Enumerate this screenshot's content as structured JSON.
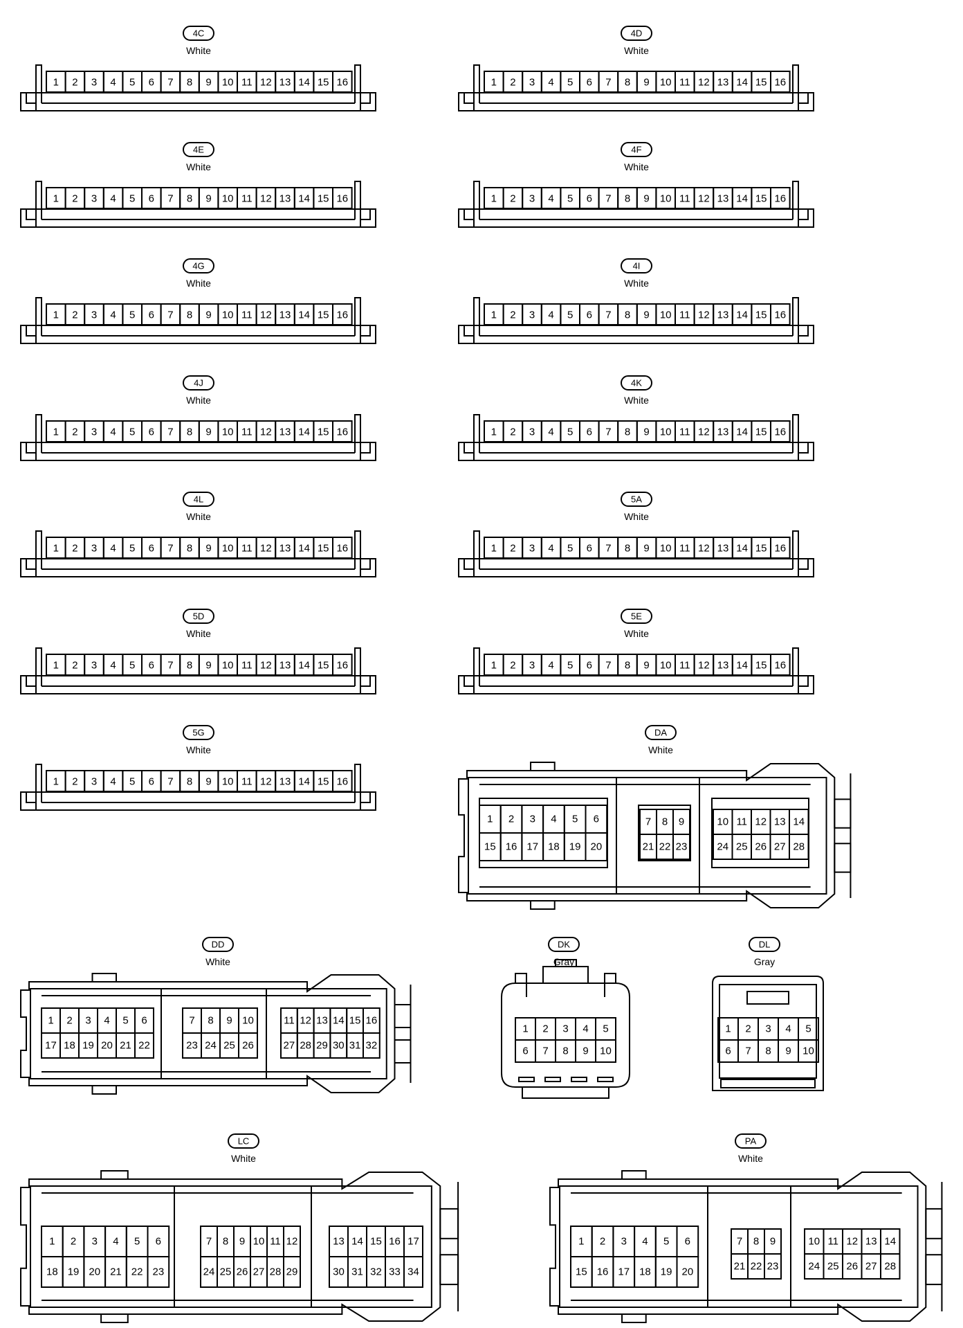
{
  "connectors": {
    "c4C": {
      "code": "4C",
      "color": "White",
      "pins": [
        "1",
        "2",
        "3",
        "4",
        "5",
        "6",
        "7",
        "8",
        "9",
        "10",
        "11",
        "12",
        "13",
        "14",
        "15",
        "16"
      ]
    },
    "c4D": {
      "code": "4D",
      "color": "White",
      "pins": [
        "1",
        "2",
        "3",
        "4",
        "5",
        "6",
        "7",
        "8",
        "9",
        "10",
        "11",
        "12",
        "13",
        "14",
        "15",
        "16"
      ]
    },
    "c4E": {
      "code": "4E",
      "color": "White",
      "pins": [
        "1",
        "2",
        "3",
        "4",
        "5",
        "6",
        "7",
        "8",
        "9",
        "10",
        "11",
        "12",
        "13",
        "14",
        "15",
        "16"
      ]
    },
    "c4F": {
      "code": "4F",
      "color": "White",
      "pins": [
        "1",
        "2",
        "3",
        "4",
        "5",
        "6",
        "7",
        "8",
        "9",
        "10",
        "11",
        "12",
        "13",
        "14",
        "15",
        "16"
      ]
    },
    "c4G": {
      "code": "4G",
      "color": "White",
      "pins": [
        "1",
        "2",
        "3",
        "4",
        "5",
        "6",
        "7",
        "8",
        "9",
        "10",
        "11",
        "12",
        "13",
        "14",
        "15",
        "16"
      ]
    },
    "c4I": {
      "code": "4I",
      "color": "White",
      "pins": [
        "1",
        "2",
        "3",
        "4",
        "5",
        "6",
        "7",
        "8",
        "9",
        "10",
        "11",
        "12",
        "13",
        "14",
        "15",
        "16"
      ]
    },
    "c4J": {
      "code": "4J",
      "color": "White",
      "pins": [
        "1",
        "2",
        "3",
        "4",
        "5",
        "6",
        "7",
        "8",
        "9",
        "10",
        "11",
        "12",
        "13",
        "14",
        "15",
        "16"
      ]
    },
    "c4K": {
      "code": "4K",
      "color": "White",
      "pins": [
        "1",
        "2",
        "3",
        "4",
        "5",
        "6",
        "7",
        "8",
        "9",
        "10",
        "11",
        "12",
        "13",
        "14",
        "15",
        "16"
      ]
    },
    "c4L": {
      "code": "4L",
      "color": "White",
      "pins": [
        "1",
        "2",
        "3",
        "4",
        "5",
        "6",
        "7",
        "8",
        "9",
        "10",
        "11",
        "12",
        "13",
        "14",
        "15",
        "16"
      ]
    },
    "c5A": {
      "code": "5A",
      "color": "White",
      "pins": [
        "1",
        "2",
        "3",
        "4",
        "5",
        "6",
        "7",
        "8",
        "9",
        "10",
        "11",
        "12",
        "13",
        "14",
        "15",
        "16"
      ]
    },
    "c5D": {
      "code": "5D",
      "color": "White",
      "pins": [
        "1",
        "2",
        "3",
        "4",
        "5",
        "6",
        "7",
        "8",
        "9",
        "10",
        "11",
        "12",
        "13",
        "14",
        "15",
        "16"
      ]
    },
    "c5E": {
      "code": "5E",
      "color": "White",
      "pins": [
        "1",
        "2",
        "3",
        "4",
        "5",
        "6",
        "7",
        "8",
        "9",
        "10",
        "11",
        "12",
        "13",
        "14",
        "15",
        "16"
      ]
    },
    "c5G": {
      "code": "5G",
      "color": "White",
      "pins": [
        "1",
        "2",
        "3",
        "4",
        "5",
        "6",
        "7",
        "8",
        "9",
        "10",
        "11",
        "12",
        "13",
        "14",
        "15",
        "16"
      ]
    },
    "DA": {
      "code": "DA",
      "color": "White",
      "blocks": [
        {
          "rows": [
            [
              "1",
              "2",
              "3",
              "4",
              "5",
              "6"
            ],
            [
              "15",
              "16",
              "17",
              "18",
              "19",
              "20"
            ]
          ]
        },
        {
          "rows": [
            [
              "7",
              "8",
              "9"
            ],
            [
              "21",
              "22",
              "23"
            ]
          ]
        },
        {
          "rows": [
            [
              "10",
              "11",
              "12",
              "13",
              "14"
            ],
            [
              "24",
              "25",
              "26",
              "27",
              "28"
            ]
          ]
        }
      ]
    },
    "DD": {
      "code": "DD",
      "color": "White",
      "blocks": [
        {
          "rows": [
            [
              "1",
              "2",
              "3",
              "4",
              "5",
              "6"
            ],
            [
              "17",
              "18",
              "19",
              "20",
              "21",
              "22"
            ]
          ]
        },
        {
          "rows": [
            [
              "7",
              "8",
              "9",
              "10"
            ],
            [
              "23",
              "24",
              "25",
              "26"
            ]
          ]
        },
        {
          "rows": [
            [
              "11",
              "12",
              "13",
              "14",
              "15",
              "16"
            ],
            [
              "27",
              "28",
              "29",
              "30",
              "31",
              "32"
            ]
          ]
        }
      ]
    },
    "DK": {
      "code": "DK",
      "color": "Gray",
      "blocks": [
        {
          "rows": [
            [
              "1",
              "2",
              "3",
              "4",
              "5"
            ],
            [
              "6",
              "7",
              "8",
              "9",
              "10"
            ]
          ]
        }
      ]
    },
    "DL": {
      "code": "DL",
      "color": "Gray",
      "blocks": [
        {
          "rows": [
            [
              "1",
              "2",
              "3",
              "4",
              "5"
            ],
            [
              "6",
              "7",
              "8",
              "9",
              "10"
            ]
          ]
        }
      ]
    },
    "LC": {
      "code": "LC",
      "color": "White",
      "blocks": [
        {
          "rows": [
            [
              "1",
              "2",
              "3",
              "4",
              "5",
              "6"
            ],
            [
              "18",
              "19",
              "20",
              "21",
              "22",
              "23"
            ]
          ]
        },
        {
          "rows": [
            [
              "7",
              "8",
              "9",
              "10",
              "11",
              "12"
            ],
            [
              "24",
              "25",
              "26",
              "27",
              "28",
              "29"
            ]
          ]
        },
        {
          "rows": [
            [
              "13",
              "14",
              "15",
              "16",
              "17"
            ],
            [
              "30",
              "31",
              "32",
              "33",
              "34"
            ]
          ]
        }
      ]
    },
    "PA": {
      "code": "PA",
      "color": "White",
      "blocks": [
        {
          "rows": [
            [
              "1",
              "2",
              "3",
              "4",
              "5",
              "6"
            ],
            [
              "15",
              "16",
              "17",
              "18",
              "19",
              "20"
            ]
          ]
        },
        {
          "rows": [
            [
              "7",
              "8",
              "9"
            ],
            [
              "21",
              "22",
              "23"
            ]
          ]
        },
        {
          "rows": [
            [
              "10",
              "11",
              "12",
              "13",
              "14"
            ],
            [
              "24",
              "25",
              "26",
              "27",
              "28"
            ]
          ]
        }
      ]
    }
  }
}
